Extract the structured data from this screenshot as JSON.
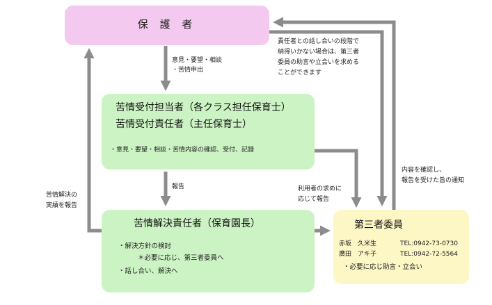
{
  "guardian": {
    "title": "保 護 者"
  },
  "reception": {
    "title_line1": "苦情受付担当者（各クラス担任保育士）",
    "title_line2": "苦情受付責任者（主任保育士）",
    "task": "・意見・要望・相談・苦情内容の確認、受付、記録"
  },
  "resolution": {
    "title": "苦情解決責任者（保育園長）",
    "item1": "・解決方針の検討",
    "item2": "＊必要に応じ、第三者委員へ",
    "item3": "・話し合い、解決へ"
  },
  "committee": {
    "title": "第三者委員",
    "members": [
      {
        "name": "赤坂　久米生",
        "tel": "TEL:0942-73-0730"
      },
      {
        "name": "廣田　アキ子",
        "tel": "TEL:0942-72-5564"
      }
    ],
    "role": "・必要に応じ助言・立会い"
  },
  "labels": {
    "opinion_line1": "意見・要望・相談",
    "opinion_line2": "・苦情申出",
    "report": "報告",
    "resolution_report_line1": "苦情解決の",
    "resolution_report_line2": "実績を報告",
    "user_request_line1": "利用者の求めに",
    "user_request_line2": "応じて報告",
    "confirm_notice_line1": "内容を確認し、",
    "confirm_notice_line2": "報告を受けた旨の通知",
    "third_party_line1": "責任者との話し合いの段階で",
    "third_party_line2": "納得いかない場合は、第三者",
    "third_party_line3": "委員の助言や立会いを求める",
    "third_party_line4": "ことができます"
  },
  "colors": {
    "guardian_box": "#f4c9f0",
    "staff_box": "#ccf3c3",
    "committee_box": "#fdf6c5",
    "arrow": "#8c8c8c"
  }
}
